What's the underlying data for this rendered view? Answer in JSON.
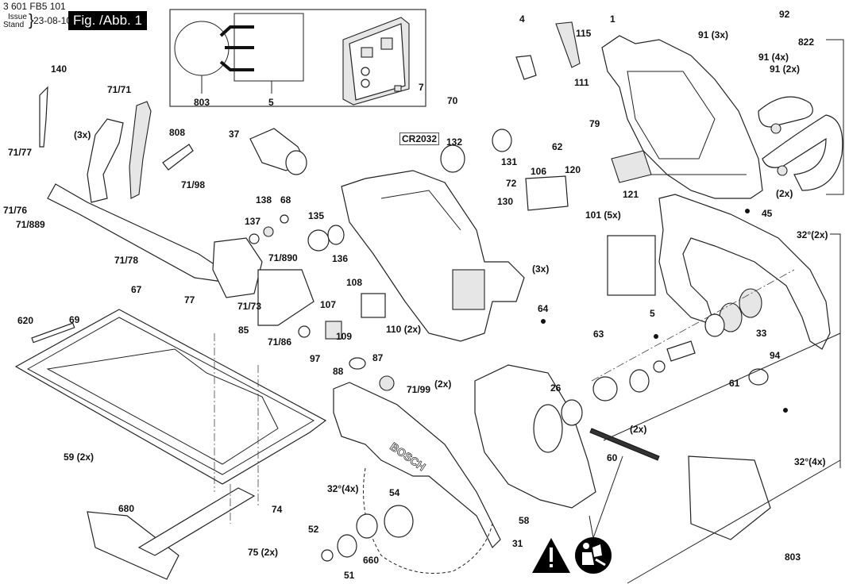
{
  "header": {
    "doc_number": "3 601 FB5 101",
    "issue_label": "Issue",
    "stand_label": "Stand",
    "date": "23-08-10",
    "figure": "Fig. /Abb. 1"
  },
  "inset": {
    "labels": {
      "motor": "803",
      "module": "5",
      "part7": "7"
    }
  },
  "brand_text": "BOSCH",
  "battery_label": "CR2032",
  "parts": [
    {
      "id": "p-1",
      "text": "1"
    },
    {
      "id": "p-4",
      "text": "4"
    },
    {
      "id": "p-5",
      "text": "5"
    },
    {
      "id": "p-7",
      "text": "7"
    },
    {
      "id": "p-26",
      "text": "26"
    },
    {
      "id": "p-31",
      "text": "31"
    },
    {
      "id": "p-32a",
      "text": "32°(4x)"
    },
    {
      "id": "p-32b",
      "text": "32°(2x)"
    },
    {
      "id": "p-32c",
      "text": "32°(4x)"
    },
    {
      "id": "p-33",
      "text": "33"
    },
    {
      "id": "p-37",
      "text": "37"
    },
    {
      "id": "p-45",
      "text": "45"
    },
    {
      "id": "p-51",
      "text": "51"
    },
    {
      "id": "p-52",
      "text": "52"
    },
    {
      "id": "p-54",
      "text": "54"
    },
    {
      "id": "p-58",
      "text": "58"
    },
    {
      "id": "p-59",
      "text": "59 (2x)"
    },
    {
      "id": "p-60",
      "text": "60"
    },
    {
      "id": "p-61",
      "text": "61"
    },
    {
      "id": "p-62",
      "text": "62"
    },
    {
      "id": "p-63",
      "text": "63"
    },
    {
      "id": "p-64",
      "text": "64"
    },
    {
      "id": "p-67",
      "text": "67"
    },
    {
      "id": "p-68",
      "text": "68"
    },
    {
      "id": "p-69",
      "text": "69"
    },
    {
      "id": "p-70",
      "text": "70"
    },
    {
      "id": "p-71-71",
      "text": "71/71"
    },
    {
      "id": "p-71-73",
      "text": "71/73"
    },
    {
      "id": "p-71-76",
      "text": "71/76"
    },
    {
      "id": "p-71-77",
      "text": "71/77"
    },
    {
      "id": "p-71-78",
      "text": "71/78"
    },
    {
      "id": "p-71-86",
      "text": "71/86"
    },
    {
      "id": "p-71-889",
      "text": "71/889"
    },
    {
      "id": "p-71-890",
      "text": "71/890"
    },
    {
      "id": "p-71-98",
      "text": "71/98"
    },
    {
      "id": "p-71-99",
      "text": "71/99"
    },
    {
      "id": "p-72",
      "text": "72"
    },
    {
      "id": "p-74",
      "text": "74"
    },
    {
      "id": "p-75",
      "text": "75 (2x)"
    },
    {
      "id": "p-77",
      "text": "77"
    },
    {
      "id": "p-79",
      "text": "79"
    },
    {
      "id": "p-85",
      "text": "85"
    },
    {
      "id": "p-87",
      "text": "87"
    },
    {
      "id": "p-88",
      "text": "88"
    },
    {
      "id": "p-91a",
      "text": "91 (3x)"
    },
    {
      "id": "p-91b",
      "text": "91 (4x)"
    },
    {
      "id": "p-91c",
      "text": "91 (2x)"
    },
    {
      "id": "p-92",
      "text": "92"
    },
    {
      "id": "p-94",
      "text": "94"
    },
    {
      "id": "p-97",
      "text": "97"
    },
    {
      "id": "p-101",
      "text": "101 (5x)"
    },
    {
      "id": "p-106",
      "text": "106"
    },
    {
      "id": "p-107",
      "text": "107"
    },
    {
      "id": "p-108",
      "text": "108"
    },
    {
      "id": "p-109",
      "text": "109"
    },
    {
      "id": "p-110",
      "text": "110 (2x)"
    },
    {
      "id": "p-111",
      "text": "111"
    },
    {
      "id": "p-115",
      "text": "115"
    },
    {
      "id": "p-120",
      "text": "120"
    },
    {
      "id": "p-121",
      "text": "121"
    },
    {
      "id": "p-130",
      "text": "130"
    },
    {
      "id": "p-131",
      "text": "131"
    },
    {
      "id": "p-132",
      "text": "132"
    },
    {
      "id": "p-135",
      "text": "135"
    },
    {
      "id": "p-136",
      "text": "136"
    },
    {
      "id": "p-137",
      "text": "137"
    },
    {
      "id": "p-138",
      "text": "138"
    },
    {
      "id": "p-140",
      "text": "140"
    },
    {
      "id": "p-620",
      "text": "620"
    },
    {
      "id": "p-660",
      "text": "660"
    },
    {
      "id": "p-680",
      "text": "680"
    },
    {
      "id": "p-803",
      "text": "803"
    },
    {
      "id": "p-808",
      "text": "808"
    },
    {
      "id": "p-822",
      "text": "822"
    },
    {
      "id": "q-3x-a",
      "text": "(3x)"
    },
    {
      "id": "q-3x-b",
      "text": "(3x)"
    },
    {
      "id": "q-2x-a",
      "text": "(2x)"
    },
    {
      "id": "q-2x-b",
      "text": "(2x)"
    },
    {
      "id": "q-2x-c",
      "text": "(2x)"
    }
  ],
  "icons": {
    "warning": "warning-triangle-icon",
    "manual": "read-manual-icon"
  }
}
